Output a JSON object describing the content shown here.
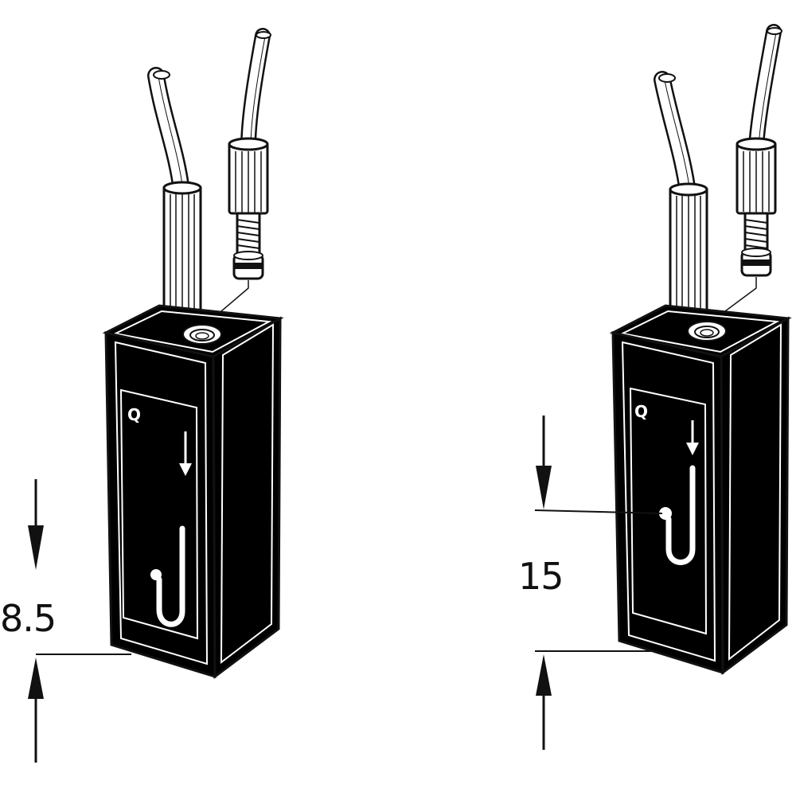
{
  "diagram": {
    "left": {
      "dimension_label": "8.5",
      "badge_label": "Q"
    },
    "right": {
      "dimension_label": "15",
      "badge_label": "Q"
    }
  },
  "colors": {
    "ink": "#111111",
    "body_fill": "#000000",
    "paper": "#ffffff"
  }
}
